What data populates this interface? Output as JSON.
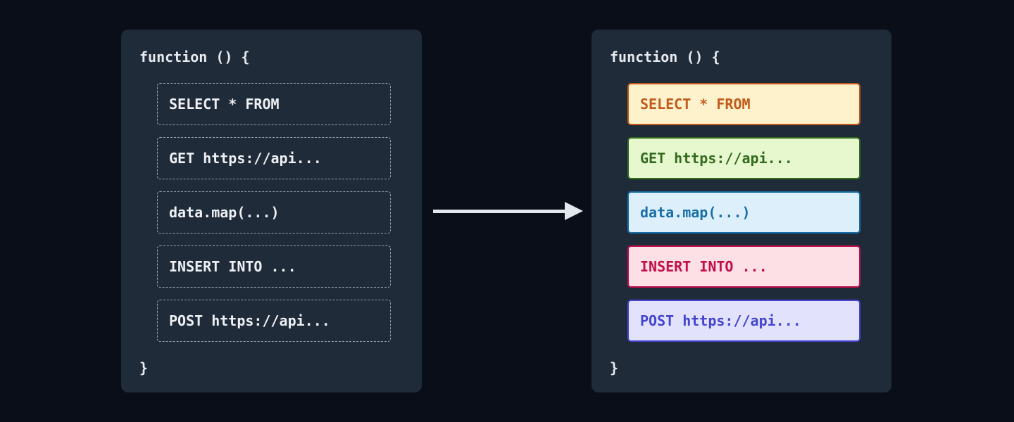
{
  "colors": {
    "page-bg": "#0a0e18",
    "panel-bg": "#202b3a",
    "panel-text": "#e7eaef",
    "dashed-border": "#95a1ad",
    "dashed-text": "#eef1f4",
    "arrow": "#e3e8ef"
  },
  "left_panel": {
    "function_open": "function () {",
    "function_close": "}",
    "blocks": [
      {
        "label": "SELECT * FROM"
      },
      {
        "label": "GET https://api..."
      },
      {
        "label": "data.map(...)"
      },
      {
        "label": "INSERT INTO ..."
      },
      {
        "label": "POST https://api..."
      }
    ]
  },
  "right_panel": {
    "function_open": "function () {",
    "function_close": "}",
    "blocks": [
      {
        "label": "SELECT * FROM",
        "bg": "#fdf2cb",
        "accent": "#c2591a"
      },
      {
        "label": "GET https://api...",
        "bg": "#e7f8cf",
        "accent": "#336b1e"
      },
      {
        "label": "data.map(...)",
        "bg": "#ddeffb",
        "accent": "#176fa8"
      },
      {
        "label": "INSERT INTO ...",
        "bg": "#fce0e5",
        "accent": "#c20e4a"
      },
      {
        "label": "POST https://api...",
        "bg": "#e2e2fc",
        "accent": "#4444d0"
      }
    ]
  }
}
